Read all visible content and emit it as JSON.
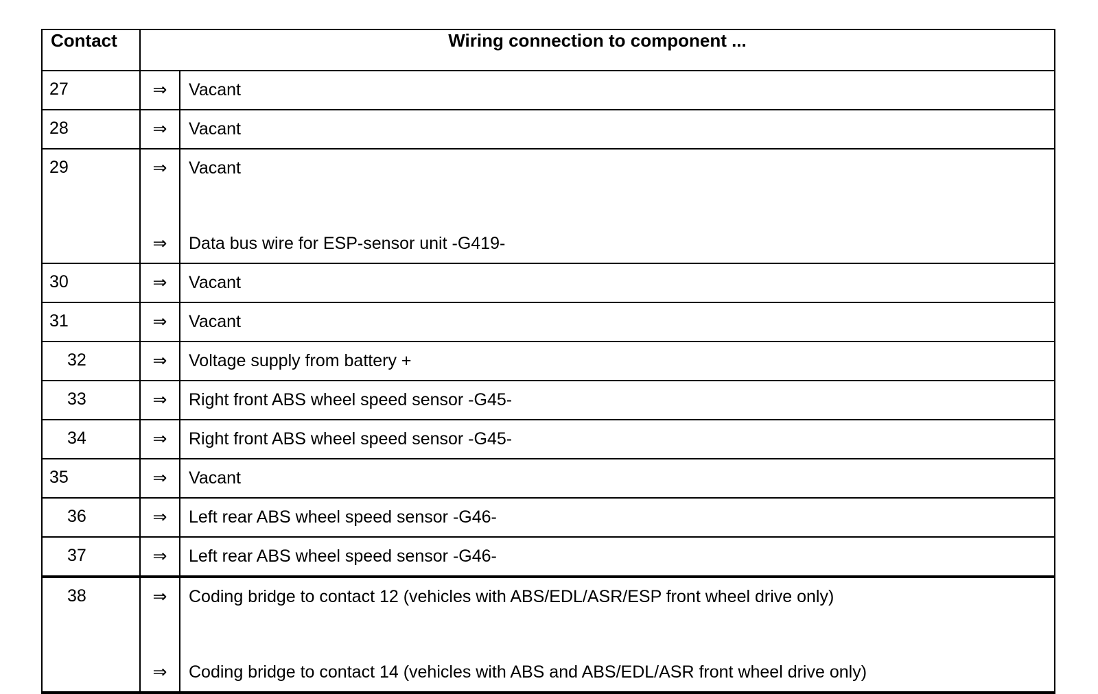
{
  "table": {
    "headers": {
      "contact": "Contact",
      "description": "Wiring connection to component ..."
    },
    "arrow_glyph": "⇒",
    "arrow_icon_name": "double-right-arrow-icon",
    "rows": [
      {
        "contact": "27",
        "indented": false,
        "lines": [
          "Vacant"
        ]
      },
      {
        "contact": "28",
        "indented": false,
        "lines": [
          "Vacant"
        ]
      },
      {
        "contact": "29",
        "indented": false,
        "lines": [
          "Vacant",
          "Data bus wire for ESP-sensor unit -G419-"
        ]
      },
      {
        "contact": "30",
        "indented": false,
        "lines": [
          "Vacant"
        ]
      },
      {
        "contact": "31",
        "indented": false,
        "lines": [
          "Vacant"
        ]
      },
      {
        "contact": "32",
        "indented": true,
        "lines": [
          "Voltage supply from battery +"
        ]
      },
      {
        "contact": "33",
        "indented": true,
        "lines": [
          "Right front ABS wheel speed sensor -G45-"
        ]
      },
      {
        "contact": "34",
        "indented": true,
        "lines": [
          "Right front ABS wheel speed sensor -G45-"
        ]
      },
      {
        "contact": "35",
        "indented": false,
        "lines": [
          "Vacant"
        ]
      },
      {
        "contact": "36",
        "indented": true,
        "lines": [
          "Left rear ABS wheel speed sensor -G46-"
        ]
      },
      {
        "contact": "37",
        "indented": true,
        "lines": [
          "Left rear ABS wheel speed sensor -G46-"
        ]
      },
      {
        "contact": "38",
        "indented": true,
        "lines": [
          "Coding bridge to contact 12 (vehicles with ABS/EDL/ASR/ESP front wheel drive only)",
          "Coding bridge to contact 14 (vehicles with ABS and ABS/EDL/ASR front wheel drive only)"
        ]
      }
    ]
  },
  "colors": {
    "background": "#ffffff",
    "foreground": "#000000",
    "rule": "#000000"
  }
}
